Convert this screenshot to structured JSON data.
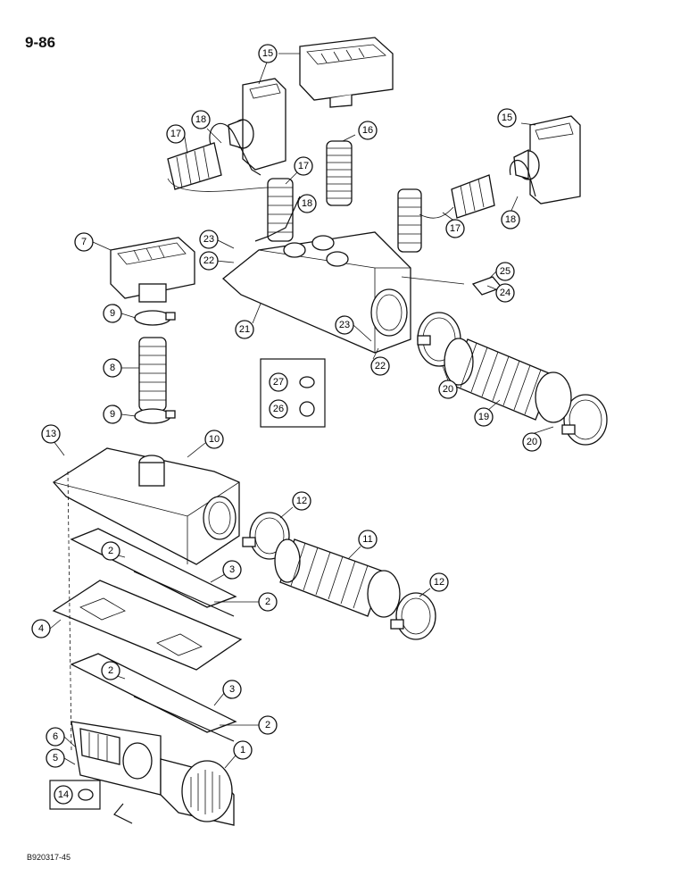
{
  "page": {
    "number": "9-86",
    "figure_id": "B920317-45"
  },
  "callouts": {
    "c1": "1",
    "c2a": "2",
    "c2b": "2",
    "c2c": "2",
    "c2d": "2",
    "c3a": "3",
    "c3b": "3",
    "c4": "4",
    "c5": "5",
    "c6": "6",
    "c7": "7",
    "c8": "8",
    "c9a": "9",
    "c9b": "9",
    "c10": "10",
    "c11": "11",
    "c12a": "12",
    "c12b": "12",
    "c13": "13",
    "c14": "14",
    "c15a": "15",
    "c15b": "15",
    "c16": "16",
    "c17a": "17",
    "c17b": "17",
    "c17c": "17",
    "c18a": "18",
    "c18b": "18",
    "c18c": "18",
    "c19": "19",
    "c20a": "20",
    "c20b": "20",
    "c21": "21",
    "c22a": "22",
    "c22b": "22",
    "c23a": "23",
    "c23b": "23",
    "c24": "24",
    "c25": "25",
    "c26": "26",
    "c27": "27"
  }
}
